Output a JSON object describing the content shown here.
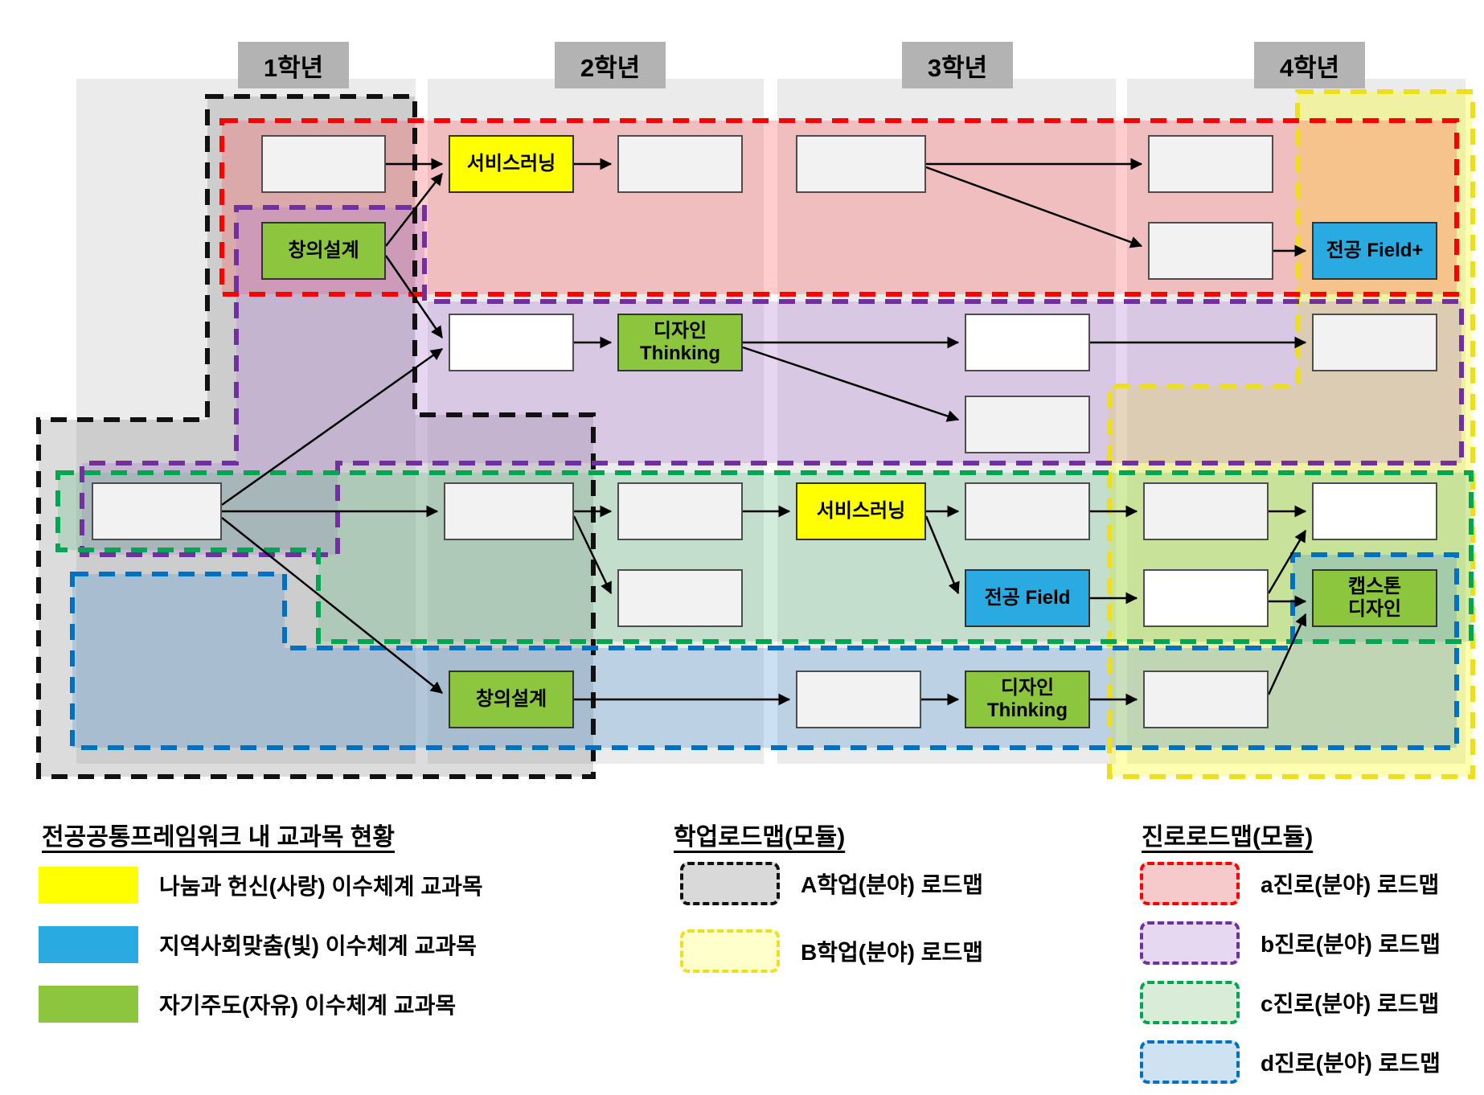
{
  "columns": [
    "1학년",
    "2학년",
    "3학년",
    "4학년"
  ],
  "nodes": {
    "service_learning_y2": "서비스러닝",
    "creative_design_y1": "창의설계",
    "design_thinking_y2": "디자인\nThinking",
    "major_field_plus": "전공 Field+",
    "service_learning_y3": "서비스러닝",
    "major_field": "전공 Field",
    "capstone_design": "캡스톤\n디자인",
    "creative_design_y2": "창의설계",
    "design_thinking_y3": "디자인\nThinking"
  },
  "colors": {
    "course_sharing_yellow": "#ffff00",
    "course_community_blue": "#29abe2",
    "course_self_directed_green": "#8cc63f",
    "module_a_black": "#111111",
    "module_b_yellow": "#eddf1e",
    "career_a_red": "#ff0000",
    "career_b_purple": "#7030a0",
    "career_c_green": "#00a651",
    "career_d_blue": "#0070c0"
  },
  "legend": {
    "framework": {
      "title": "전공공통프레임워크 내 교과목 현황",
      "items": [
        {
          "id": "sharing-yellow",
          "label": "나눔과 헌신(사랑) 이수체계 교과목"
        },
        {
          "id": "community-blue",
          "label": "지역사회맞춤(빛) 이수체계 교과목"
        },
        {
          "id": "self-directed-green",
          "label": "자기주도(자유) 이수체계 교과목"
        }
      ]
    },
    "academic": {
      "title": "학업로드맵(모듈)",
      "items": [
        {
          "id": "module-a",
          "label": "A학업(분야) 로드맵"
        },
        {
          "id": "module-b",
          "label": "B학업(분야) 로드맵"
        }
      ]
    },
    "career": {
      "title": "진로로드맵(모듈)",
      "items": [
        {
          "id": "career-a",
          "label": "a진로(분야) 로드맵"
        },
        {
          "id": "career-b",
          "label": "b진로(분야) 로드맵"
        },
        {
          "id": "career-c",
          "label": "c진로(분야) 로드맵"
        },
        {
          "id": "career-d",
          "label": "d진로(분야) 로드맵"
        }
      ]
    }
  }
}
